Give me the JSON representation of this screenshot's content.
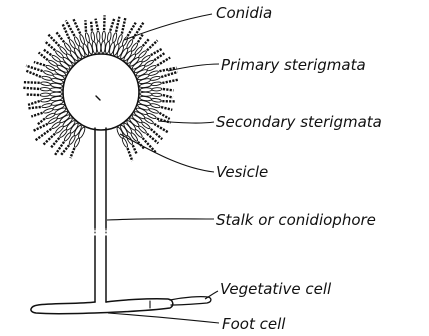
{
  "diagram": {
    "labels": {
      "conidia": "Conidia",
      "primary": "Primary sterigmata",
      "secondary": "Secondary sterigmata",
      "vesicle": "Vesicle",
      "stalk": "Stalk or conidiophore",
      "vegetative": "Vegetative cell",
      "foot": "Foot cell"
    }
  }
}
